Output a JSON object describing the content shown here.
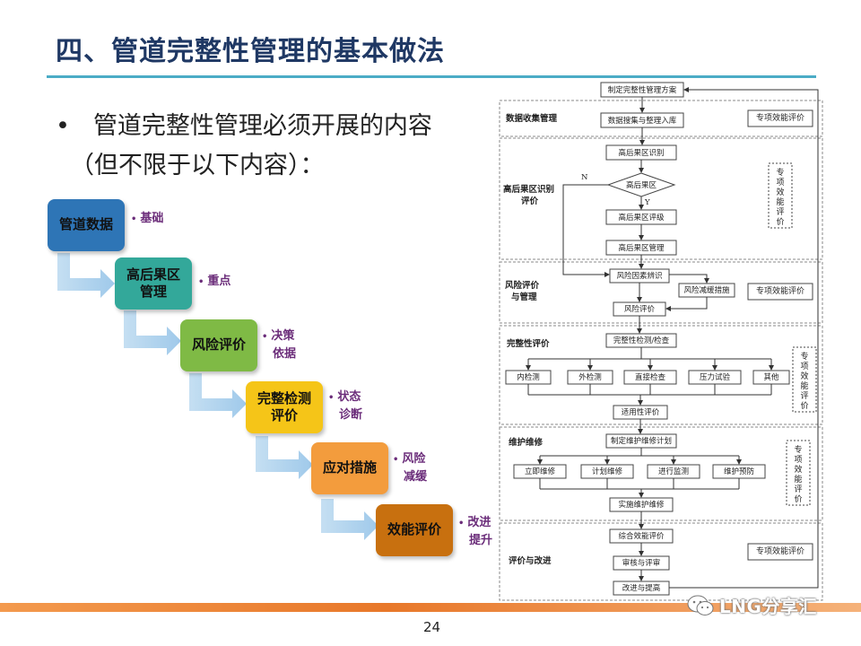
{
  "slide": {
    "title": "四、管道完整性管理的基本做法",
    "bullet_line1": "管道完整性管理必须开展的内容",
    "bullet_line2": "（但不限于以下内容）：",
    "page_number": "24",
    "watermark": "LNG分享汇"
  },
  "steps": [
    {
      "label_1": "管道数据",
      "label_2": "",
      "note_1": "基础",
      "note_2": "",
      "color": "#2e75b6"
    },
    {
      "label_1": "高后果区",
      "label_2": "管理",
      "note_1": "重点",
      "note_2": "",
      "color": "#33a89a"
    },
    {
      "label_1": "风险评价",
      "label_2": "",
      "note_1": "决策",
      "note_2": "依据",
      "color": "#7fba45"
    },
    {
      "label_1": "完整检测",
      "label_2": "评价",
      "note_1": "状态",
      "note_2": "诊断",
      "color": "#f5c518"
    },
    {
      "label_1": "应对措施",
      "label_2": "",
      "note_1": "风险",
      "note_2": "减缓",
      "color": "#f39c3d"
    },
    {
      "label_1": "效能评价",
      "label_2": "",
      "note_1": "改进",
      "note_2": "提升",
      "color": "#c8700f"
    }
  ],
  "flow": {
    "nodes": {
      "plan": "制定完整性管理方案",
      "data": "数据搜集与整理入库",
      "hca_identify": "高后果区识别",
      "hca_decision": "高后果区",
      "hca_grade": "高后果区评级",
      "hca_manage": "高后果区管理",
      "risk_factor": "风险因素辨识",
      "risk_mitigation": "风险减缓措施",
      "risk_assess": "风险评价",
      "integrity_check": "完整性检测/检查",
      "inline": "内检测",
      "external": "外检测",
      "direct": "直接检查",
      "pressure": "压力试验",
      "other": "其他",
      "fitness": "适用性评价",
      "maint_plan": "制定维护维修计划",
      "immediate": "立即维修",
      "scheduled": "计划维修",
      "monitoring": "进行监测",
      "preventive": "维护预防",
      "implement": "实施维护维修",
      "overall_eval": "综合效能评价",
      "review": "审核与评审",
      "improve": "改进与提高"
    },
    "decision_no": "N",
    "decision_yes": "Y",
    "sections": {
      "data": "数据收集管理",
      "hca_1": "高后果区识别",
      "hca_2": "评价",
      "risk_1": "风险评价",
      "risk_2": "与管理",
      "integrity": "完整性评价",
      "maintenance": "维护维修",
      "evaluation": "评价与改进"
    },
    "side_eval": "专项效能评价",
    "side_eval_chars": [
      "专",
      "项",
      "效",
      "能",
      "评",
      "价"
    ]
  }
}
